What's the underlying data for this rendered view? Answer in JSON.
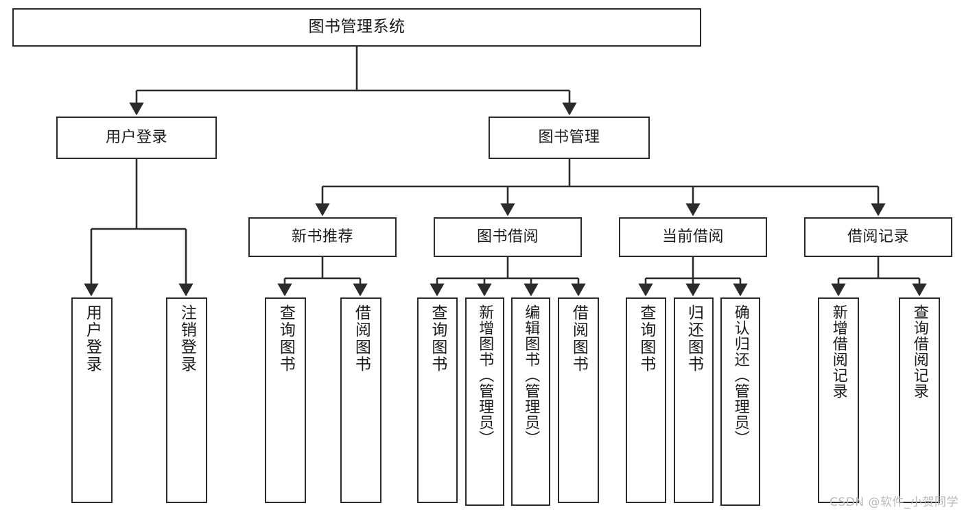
{
  "diagram": {
    "title": "图书管理系统",
    "type": "tree",
    "watermark": "CSDN @软件_小贺同学",
    "colors": {
      "box_border": "#2b2b2b",
      "box_fill": "#ffffff",
      "connector": "#2b2b2b",
      "text": "#1a1a1a",
      "watermark": "#b9b9b9"
    },
    "nodes": {
      "root": {
        "label": "图书管理系统"
      },
      "level2": [
        {
          "id": "user-login",
          "label": "用户登录"
        },
        {
          "id": "book-manage",
          "label": "图书管理"
        }
      ],
      "level3": [
        {
          "id": "new-book-rec",
          "label": "新书推荐",
          "parent": "book-manage"
        },
        {
          "id": "book-borrow",
          "label": "图书借阅",
          "parent": "book-manage"
        },
        {
          "id": "current-borrow",
          "label": "当前借阅",
          "parent": "book-manage"
        },
        {
          "id": "borrow-record",
          "label": "借阅记录",
          "parent": "book-manage"
        }
      ],
      "leaves": [
        {
          "id": "leaf-user-login",
          "label": "用户登录",
          "parent": "user-login"
        },
        {
          "id": "leaf-user-logout",
          "label": "注销登录",
          "parent": "user-login"
        },
        {
          "id": "leaf-query-book-1",
          "label": "查询图书",
          "parent": "new-book-rec"
        },
        {
          "id": "leaf-borrow-book-1",
          "label": "借阅图书",
          "parent": "new-book-rec"
        },
        {
          "id": "leaf-query-book-2",
          "label": "查询图书",
          "parent": "book-borrow"
        },
        {
          "id": "leaf-add-book",
          "label": "新增图书（管理员）",
          "parent": "book-borrow"
        },
        {
          "id": "leaf-edit-book",
          "label": "编辑图书（管理员）",
          "parent": "book-borrow"
        },
        {
          "id": "leaf-borrow-book-2",
          "label": "借阅图书",
          "parent": "book-borrow"
        },
        {
          "id": "leaf-query-book-3",
          "label": "查询图书",
          "parent": "current-borrow"
        },
        {
          "id": "leaf-return-book",
          "label": "归还图书",
          "parent": "current-borrow"
        },
        {
          "id": "leaf-confirm-return",
          "label": "确认归还（管理员）",
          "parent": "current-borrow"
        },
        {
          "id": "leaf-add-record",
          "label": "新增借阅记录",
          "parent": "borrow-record"
        },
        {
          "id": "leaf-query-record",
          "label": "查询借阅记录",
          "parent": "borrow-record"
        }
      ]
    }
  }
}
